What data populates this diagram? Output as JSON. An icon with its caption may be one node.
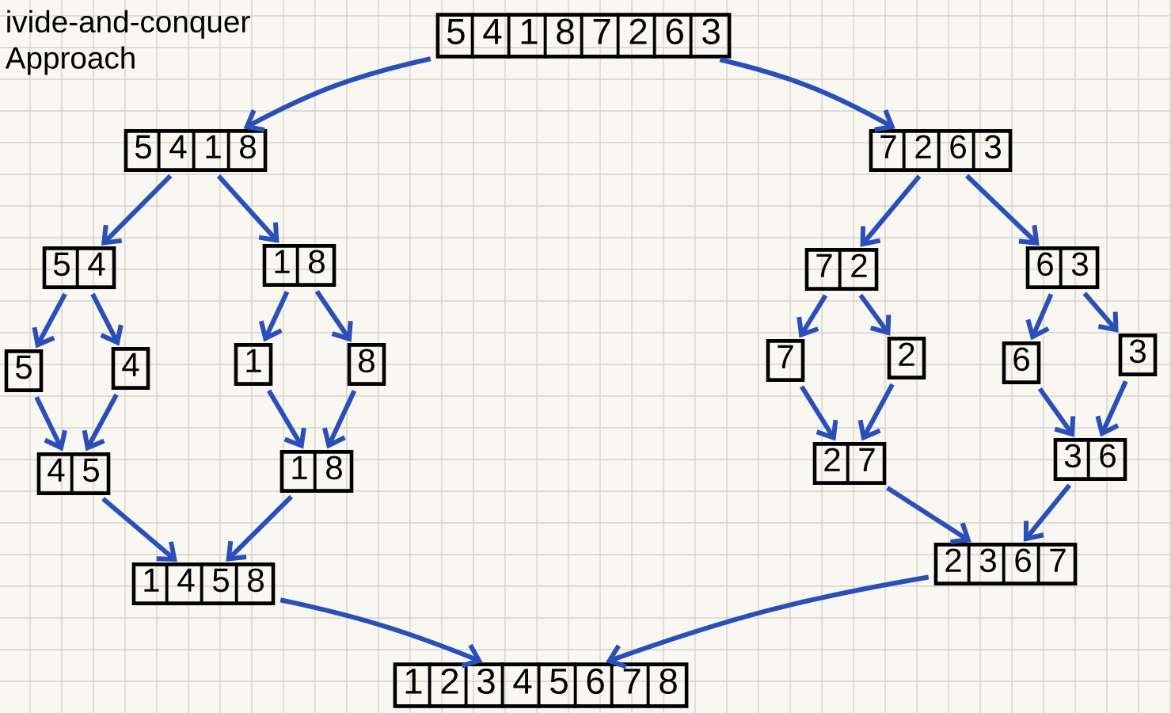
{
  "diagram": {
    "title": "ivide-and-conquer Approach",
    "nodes": [
      {
        "text": [
          "5",
          "4",
          "1",
          "8",
          "7",
          "2",
          "6",
          "3"
        ]
      },
      {
        "text": [
          "5",
          "4",
          "1",
          "8"
        ]
      },
      {
        "text": [
          "7",
          "2",
          "6",
          "3"
        ]
      },
      {
        "text": [
          "5",
          "4"
        ]
      },
      {
        "text": [
          "1",
          "8"
        ]
      },
      {
        "text": [
          "7",
          "2"
        ]
      },
      {
        "text": [
          "6",
          "3"
        ]
      },
      {
        "text": [
          "5"
        ]
      },
      {
        "text": [
          "4"
        ]
      },
      {
        "text": [
          "1"
        ]
      },
      {
        "text": [
          "8"
        ]
      },
      {
        "text": [
          "7"
        ]
      },
      {
        "text": [
          "2"
        ]
      },
      {
        "text": [
          "6"
        ]
      },
      {
        "text": [
          "3"
        ]
      },
      {
        "text": [
          "4",
          "5"
        ]
      },
      {
        "text": [
          "1",
          "8"
        ]
      },
      {
        "text": [
          "2",
          "7"
        ]
      },
      {
        "text": [
          "3",
          "6"
        ]
      },
      {
        "text": [
          "1",
          "4",
          "5",
          "8"
        ]
      },
      {
        "text": [
          "2",
          "3",
          "6",
          "7"
        ]
      },
      {
        "text": [
          "1",
          "2",
          "3",
          "4",
          "5",
          "6",
          "7",
          "8"
        ]
      }
    ],
    "edges": [
      {
        "from": 0,
        "to": 1,
        "arrow": "to"
      },
      {
        "from": 0,
        "to": 2,
        "arrow": "to"
      },
      {
        "from": 1,
        "to": 3,
        "arrow": "to"
      },
      {
        "from": 1,
        "to": 4,
        "arrow": "to"
      },
      {
        "from": 2,
        "to": 5,
        "arrow": "to"
      },
      {
        "from": 2,
        "to": 6,
        "arrow": "to"
      },
      {
        "from": 3,
        "to": 7,
        "arrow": "to"
      },
      {
        "from": 3,
        "to": 8,
        "arrow": "to"
      },
      {
        "from": 4,
        "to": 9,
        "arrow": "to"
      },
      {
        "from": 4,
        "to": 10,
        "arrow": "to"
      },
      {
        "from": 5,
        "to": 11,
        "arrow": "to"
      },
      {
        "from": 5,
        "to": 12,
        "arrow": "to"
      },
      {
        "from": 6,
        "to": 13,
        "arrow": "to"
      },
      {
        "from": 6,
        "to": 14,
        "arrow": "to"
      },
      {
        "from": 7,
        "to": 15,
        "arrow": "to"
      },
      {
        "from": 8,
        "to": 15,
        "arrow": "to"
      },
      {
        "from": 9,
        "to": 16,
        "arrow": "to"
      },
      {
        "from": 10,
        "to": 16,
        "arrow": "to"
      },
      {
        "from": 11,
        "to": 17,
        "arrow": "to"
      },
      {
        "from": 12,
        "to": 17,
        "arrow": "to"
      },
      {
        "from": 13,
        "to": 18,
        "arrow": "to"
      },
      {
        "from": 14,
        "to": 18,
        "arrow": "to"
      },
      {
        "from": 15,
        "to": 19,
        "arrow": "to"
      },
      {
        "from": 16,
        "to": 19,
        "arrow": "to"
      },
      {
        "from": 17,
        "to": 20,
        "arrow": "to"
      },
      {
        "from": 18,
        "to": 20,
        "arrow": "to"
      },
      {
        "from": 19,
        "to": 21,
        "arrow": "to"
      },
      {
        "from": 20,
        "to": 21,
        "arrow": "to"
      }
    ]
  }
}
